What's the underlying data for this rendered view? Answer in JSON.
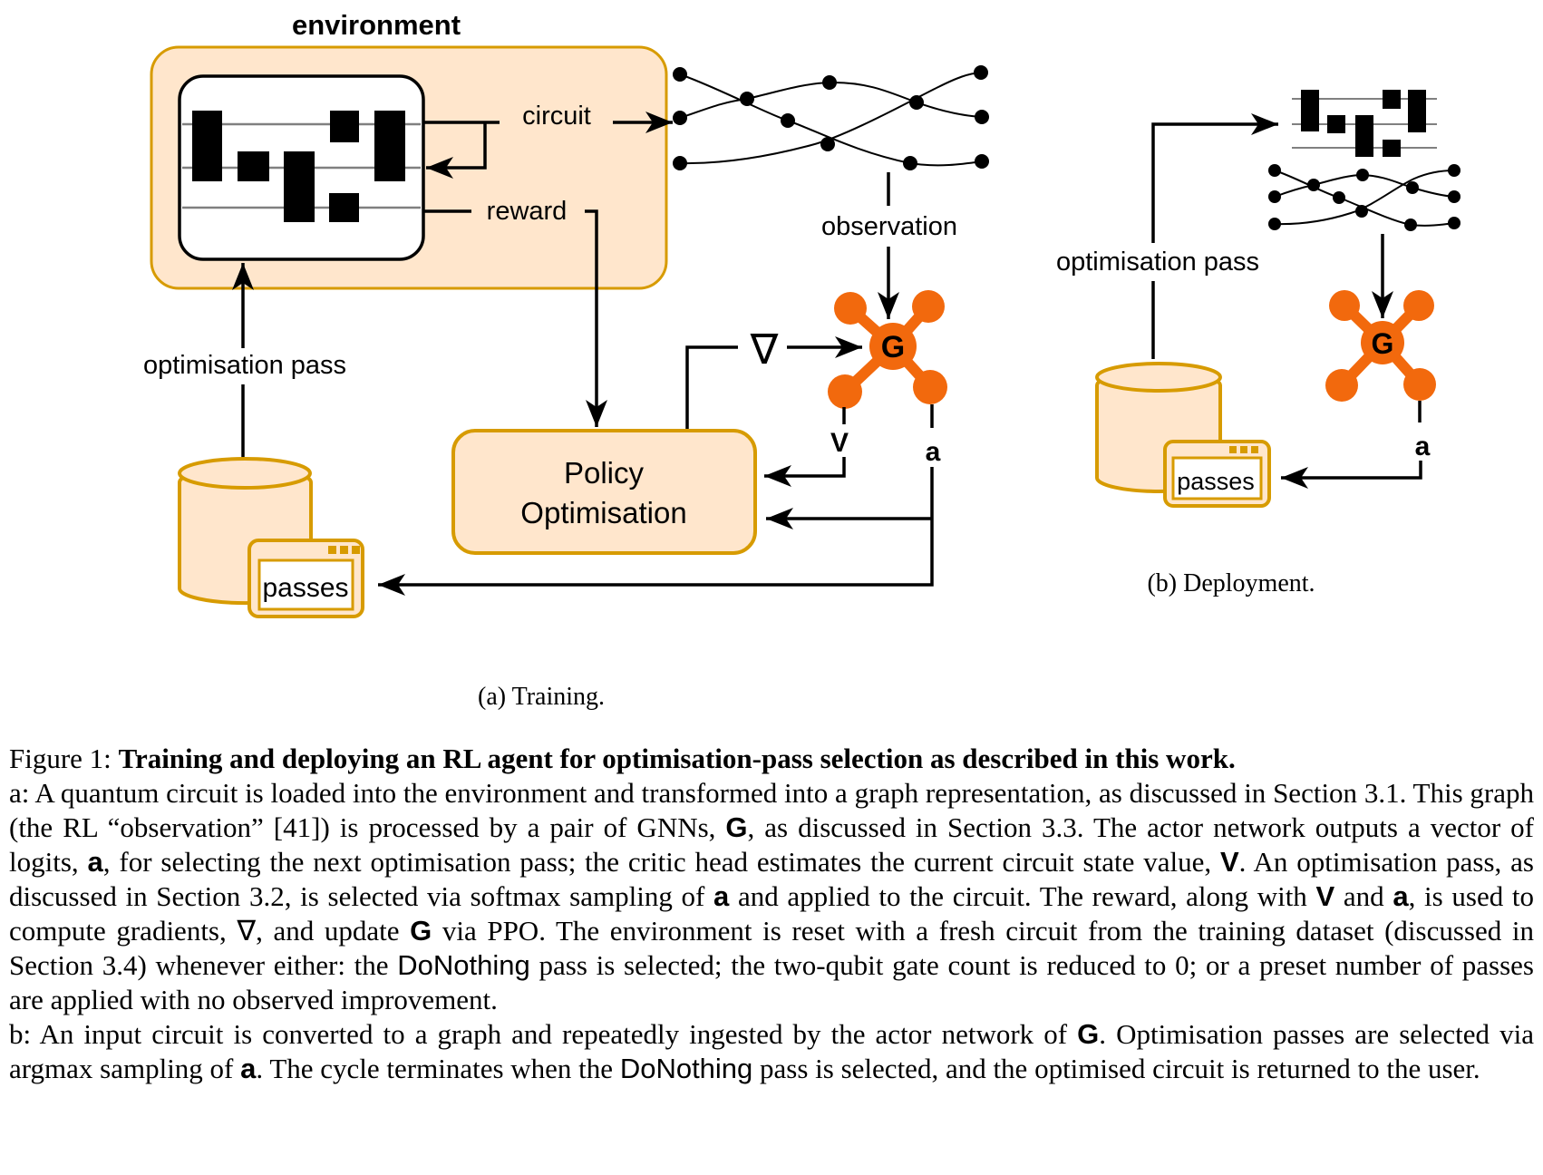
{
  "colors": {
    "box_fill": "#FFE6CC",
    "box_stroke": "#D79B00",
    "gnn_orange": "#F2690D"
  },
  "training": {
    "environment_label": "environment",
    "circuit_label": "circuit",
    "reward_label": "reward",
    "observation_label": "observation",
    "optimisation_pass_label": "optimisation pass",
    "nabla_label": "∇",
    "gnn_label": "G",
    "value_label": "V",
    "action_label": "a",
    "policy_line1": "Policy",
    "policy_line2": "Optimisation",
    "passes_label": "passes",
    "subcaption": "(a) Training."
  },
  "deployment": {
    "optimisation_pass_label": "optimisation pass",
    "gnn_label": "G",
    "action_label": "a",
    "passes_label": "passes",
    "subcaption": "(b) Deployment."
  },
  "caption": {
    "segments": [
      {
        "t": "Figure 1: ",
        "s": "r"
      },
      {
        "t": "Training and deploying an RL agent for optimisation-pass selection as described in this work.",
        "s": "b"
      },
      "br",
      {
        "t": "a: A quantum circuit is loaded into the environment and transformed into a graph representation, as discussed in Section 3.1. This graph (the RL “observation” [41]) is processed by a pair of GNNs, ",
        "s": "r"
      },
      {
        "t": "G",
        "s": "m"
      },
      {
        "t": ", as discussed in Section 3.3. The actor network outputs a vector of logits, ",
        "s": "r"
      },
      {
        "t": "a",
        "s": "m"
      },
      {
        "t": ", for selecting the next optimisation pass; the critic head estimates the current circuit state value, ",
        "s": "r"
      },
      {
        "t": "V",
        "s": "m"
      },
      {
        "t": ". An optimisation pass, as discussed in Section 3.2, is selected via softmax sampling of ",
        "s": "r"
      },
      {
        "t": "a",
        "s": "m"
      },
      {
        "t": " and applied to the circuit. The reward, along with ",
        "s": "r"
      },
      {
        "t": "V",
        "s": "m"
      },
      {
        "t": " and ",
        "s": "r"
      },
      {
        "t": "a",
        "s": "m"
      },
      {
        "t": ", is used to compute gradients, ∇, and update ",
        "s": "r"
      },
      {
        "t": "G",
        "s": "m"
      },
      {
        "t": " via PPO. The environment is reset with a fresh circuit from the training dataset (discussed in Section 3.4) whenever either: the ",
        "s": "r"
      },
      {
        "t": "DoNothing",
        "s": "s"
      },
      {
        "t": " pass is selected; the two-qubit gate count is reduced to 0; or a preset number of passes are applied with no observed improvement.",
        "s": "r"
      },
      "br",
      {
        "t": "b: An input circuit is converted to a graph and repeatedly ingested by the actor network of ",
        "s": "r"
      },
      {
        "t": "G",
        "s": "m"
      },
      {
        "t": ". Optimisation passes are selected via argmax sampling of ",
        "s": "r"
      },
      {
        "t": "a",
        "s": "m"
      },
      {
        "t": ". The cycle terminates when the ",
        "s": "r"
      },
      {
        "t": "DoNothing",
        "s": "s"
      },
      {
        "t": " pass is selected, and the optimised circuit is returned to the user.",
        "s": "r"
      }
    ]
  }
}
